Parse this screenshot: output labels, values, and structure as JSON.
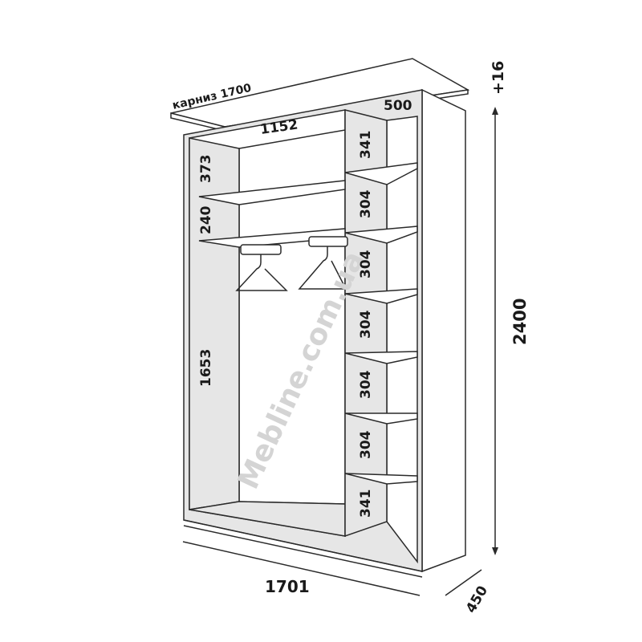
{
  "watermark": "Mebline.com.ua",
  "labels": {
    "cornice": "карниз 1700",
    "top_depth": "500",
    "inner_width": "1152",
    "left_top": "373",
    "left_mid": "240",
    "left_bottom": "1653",
    "right_sections": [
      "341",
      "304",
      "304",
      "304",
      "304",
      "304",
      "341"
    ],
    "height": "2400",
    "cornice_height": "+16",
    "width": "1701",
    "depth": "450"
  }
}
